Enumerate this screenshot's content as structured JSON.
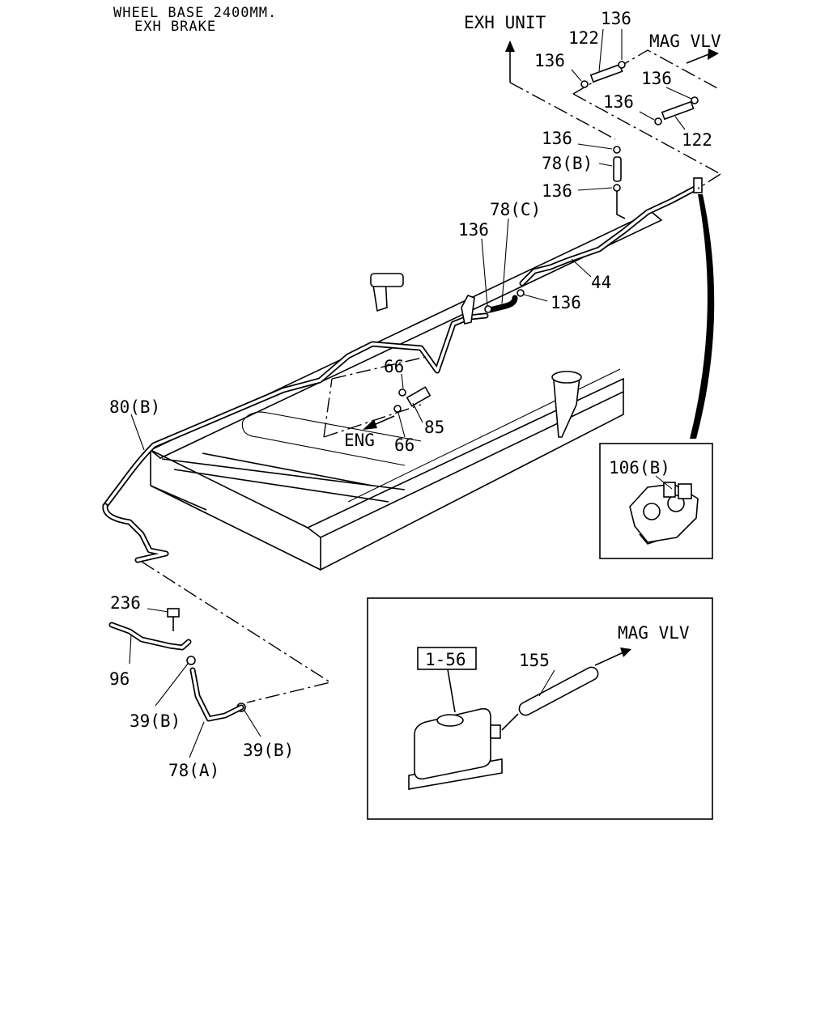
{
  "header": {
    "line1": "WHEEL BASE 2400MM.",
    "line2": "EXH BRAKE"
  },
  "directions": {
    "exh_unit": "EXH UNIT",
    "mag_vlv_top": "MAG VLV",
    "eng": "ENG",
    "mag_vlv_inset": "MAG VLV"
  },
  "callouts": {
    "c136_a": "136",
    "c122_a": "122",
    "c136_b": "136",
    "c136_c": "136",
    "c136_d": "136",
    "c122_b": "122",
    "c136_e": "136",
    "c78b": "78(B)",
    "c136_f": "136",
    "c78c": "78(C)",
    "c136_g": "136",
    "c44": "44",
    "c136_h": "136",
    "c66_a": "66",
    "c85": "85",
    "c66_b": "66",
    "c80b": "80(B)",
    "c106b": "106(B)",
    "c236": "236",
    "c96": "96",
    "c39b_a": "39(B)",
    "c39b_b": "39(B)",
    "c78a": "78(A)",
    "c155": "155"
  },
  "reference_box": {
    "label": "1-56"
  }
}
